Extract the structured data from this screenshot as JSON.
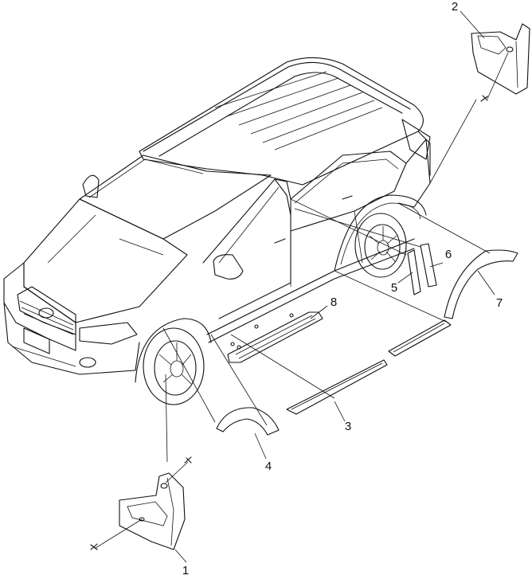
{
  "callouts": [
    {
      "id": "1"
    },
    {
      "id": "2"
    },
    {
      "id": "3"
    },
    {
      "id": "4"
    },
    {
      "id": "5"
    },
    {
      "id": "6"
    },
    {
      "id": "7"
    },
    {
      "id": "8"
    }
  ]
}
